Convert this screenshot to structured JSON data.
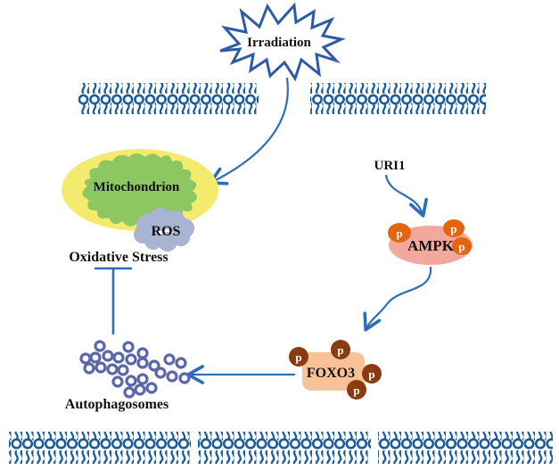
{
  "figure": {
    "type": "signaling-pathway-diagram",
    "labels": {
      "irradiation": "Irradiation",
      "mitochondrion": "Mitochondrion",
      "ros": "ROS",
      "oxidative_stress": "Oxidative Stress",
      "autophagosomes": "Autophagosomes",
      "uri1": "URI1",
      "ampk": "AMPK",
      "foxo3": "FOXO3"
    },
    "phosphorylation": {
      "symbol": "p",
      "ampk_sites": 3,
      "foxo3_sites": 4
    },
    "relationships": [
      {
        "from": "Irradiation",
        "to": "Mitochondrion",
        "type": "activation-arrow"
      },
      {
        "from": "URI1",
        "to": "AMPK",
        "type": "activation-arrow"
      },
      {
        "from": "AMPK",
        "to": "FOXO3",
        "type": "activation-arrow"
      },
      {
        "from": "FOXO3",
        "to": "Autophagosomes",
        "type": "activation-arrow"
      },
      {
        "from": "Autophagosomes",
        "to": "Oxidative Stress",
        "type": "inhibition-bar"
      }
    ],
    "colors": {
      "membrane": "#1d5c9b",
      "arrow": "#2e6eb8",
      "starOutline": "#2d5ba7",
      "mitoYellow": "#f4ea6d",
      "mitoGreen": "#8cc761",
      "rosCloud": "#a9b4d3",
      "ampkFill": "#f1a89d",
      "phosphoOrange": "#e3650e",
      "foxo3Fill": "#f9c196",
      "phosphoBrown": "#8a3c10",
      "autophagosome": "#5b67ad",
      "text": "#111111"
    }
  }
}
